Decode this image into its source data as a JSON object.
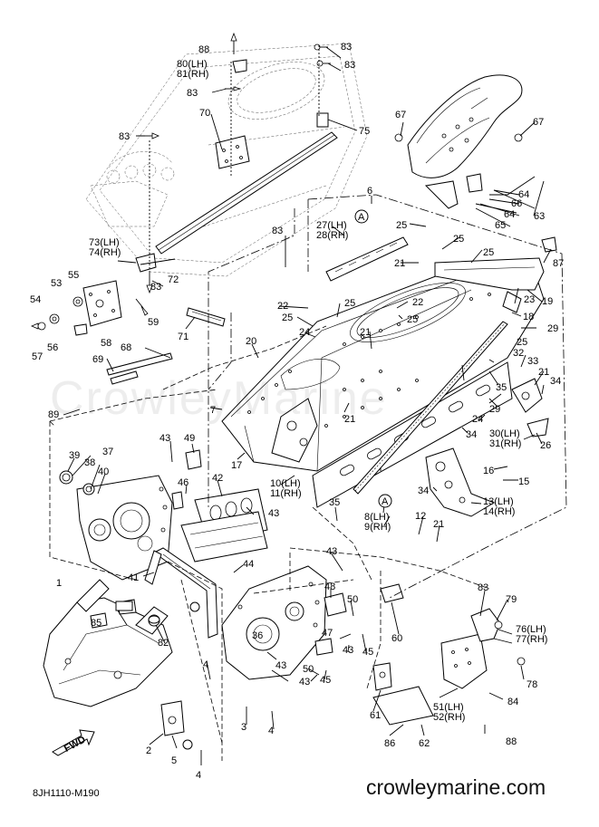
{
  "diagram": {
    "code": "8JH1110-M190",
    "watermark": "CrowleyMarine",
    "site": "crowleymarine.com",
    "fwd_label": "FWD",
    "callouts": {
      "c1": "1",
      "c2": "2",
      "c3": "3",
      "c4a": "4",
      "c4b": "4",
      "c4c": "4",
      "c5": "5",
      "c6": "6",
      "c7": "7",
      "c8_9": "8(LH)\n9(RH)",
      "c10_11": "10(LH)\n11(RH)",
      "c12": "12",
      "c13_14": "13(LH)\n14(RH)",
      "c15": "15",
      "c16": "16",
      "c17": "17",
      "c18": "18",
      "c19": "19",
      "c20": "20",
      "c21a": "21",
      "c21b": "21",
      "c21c": "21",
      "c21d": "21",
      "c21e": "21",
      "c22a": "22",
      "c22b": "22",
      "c23": "23",
      "c24a": "24",
      "c24b": "24",
      "c25a": "25",
      "c25b": "25",
      "c25c": "25",
      "c25d": "25",
      "c25e": "25",
      "c25f": "25",
      "c26": "26",
      "c27_28": "27(LH)\n28(RH)",
      "c29a": "29",
      "c29b": "29",
      "c30_31": "30(LH)\n31(RH)",
      "c32": "32",
      "c33": "33",
      "c34a": "34",
      "c34b": "34",
      "c34c": "34",
      "c35a": "35",
      "c35b": "35",
      "c36": "36",
      "c37": "37",
      "c38": "38",
      "c39": "39",
      "c40": "40",
      "c41": "41",
      "c42": "42",
      "c43a": "43",
      "c43b": "43",
      "c43c": "43",
      "c43d": "43",
      "c43e": "43",
      "c43f": "43",
      "c44": "44",
      "c45a": "45",
      "c45b": "45",
      "c46": "46",
      "c47": "47",
      "c48": "48",
      "c49": "49",
      "c50a": "50",
      "c50b": "50",
      "c51_52": "51(LH)\n52(RH)",
      "c53": "53",
      "c54": "54",
      "c55": "55",
      "c56": "56",
      "c57": "57",
      "c58": "58",
      "c59": "59",
      "c60": "60",
      "c61": "61",
      "c62": "62",
      "c63": "63",
      "c64a": "64",
      "c64b": "64",
      "c65": "65",
      "c66": "66",
      "c67a": "67",
      "c67b": "67",
      "c68": "68",
      "c69": "69",
      "c70": "70",
      "c71": "71",
      "c72": "72",
      "c73_74": "73(LH)\n74(RH)",
      "c75": "75",
      "c76_77": "76(LH)\n77(RH)",
      "c78": "78",
      "c79": "79",
      "c80_81": "80(LH)\n81(RH)",
      "c82": "82",
      "c83a": "83",
      "c83b": "83",
      "c83c": "83",
      "c83d": "83",
      "c83e": "83",
      "c83f": "83",
      "c83g": "83",
      "c84": "84",
      "c85": "85",
      "c86": "86",
      "c87": "87",
      "c88a": "88",
      "c88b": "88",
      "c89": "89",
      "refA1": "A",
      "refA2": "A"
    }
  }
}
